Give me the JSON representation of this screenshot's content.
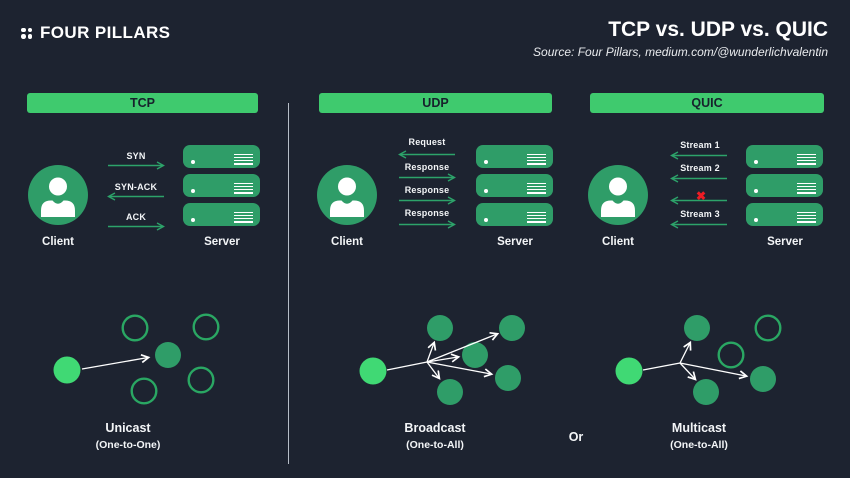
{
  "brand": {
    "name": "FOUR PILLARS"
  },
  "header": {
    "title": "TCP vs. UDP vs. QUIC",
    "source": "Source: Four Pillars, medium.com/@wunderlichvalentin"
  },
  "colors": {
    "background": "#1d2330",
    "header_green": "#3fca6e",
    "entity_green": "#2f9d68",
    "bright_green": "#40d974",
    "arrow_green": "#2da36a",
    "blocked_red": "#ed1c24"
  },
  "protocols": [
    {
      "name": "TCP",
      "client_label": "Client",
      "server_label": "Server",
      "messages": [
        {
          "label": "SYN",
          "direction": "right"
        },
        {
          "label": "SYN-ACK",
          "direction": "left"
        },
        {
          "label": "ACK",
          "direction": "right"
        }
      ]
    },
    {
      "name": "UDP",
      "client_label": "Client",
      "server_label": "Server",
      "messages": [
        {
          "label": "Request",
          "direction": "left"
        },
        {
          "label": "Response",
          "direction": "right"
        },
        {
          "label": "Response",
          "direction": "right"
        },
        {
          "label": "Response",
          "direction": "right"
        }
      ]
    },
    {
      "name": "QUIC",
      "client_label": "Client",
      "server_label": "Server",
      "messages": [
        {
          "label": "Stream 1",
          "direction": "left"
        },
        {
          "label": "",
          "direction": "left",
          "blocked": true,
          "marker": "✖"
        },
        {
          "label": "Stream 2",
          "direction": "left"
        },
        {
          "label": "Stream 3",
          "direction": "left"
        }
      ]
    }
  ],
  "casts": [
    {
      "title": "Unicast",
      "subtitle": "(One-to-One)"
    },
    {
      "title": "Broadcast",
      "subtitle": "(One-to-All)"
    },
    {
      "title": "Multicast",
      "subtitle": "(One-to-All)"
    }
  ],
  "or_label": "Or"
}
